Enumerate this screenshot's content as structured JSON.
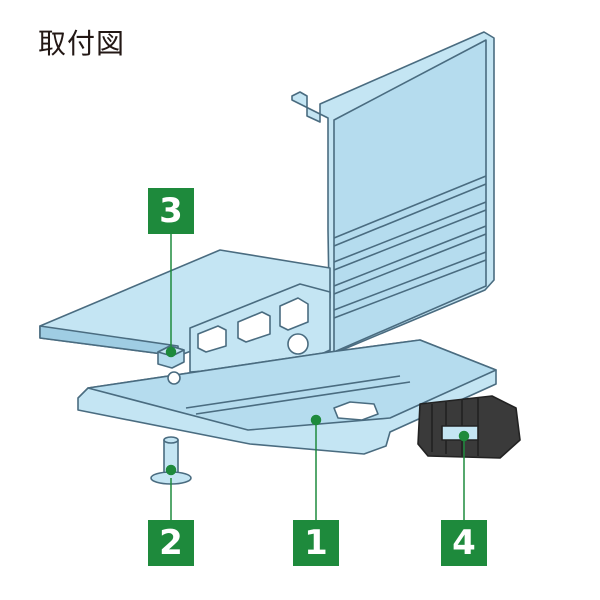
{
  "title": "取付図",
  "callouts": [
    {
      "label": "3",
      "target": "hex-nut"
    },
    {
      "label": "2",
      "target": "bolt"
    },
    {
      "label": "1",
      "target": "base-plate"
    },
    {
      "label": "4",
      "target": "end-cap"
    }
  ],
  "colors": {
    "part_fill": "#c4e5f3",
    "part_fill_dark": "#9fcde3",
    "part_stroke": "#4a6c80",
    "callout_green": "#1e8a3c"
  }
}
